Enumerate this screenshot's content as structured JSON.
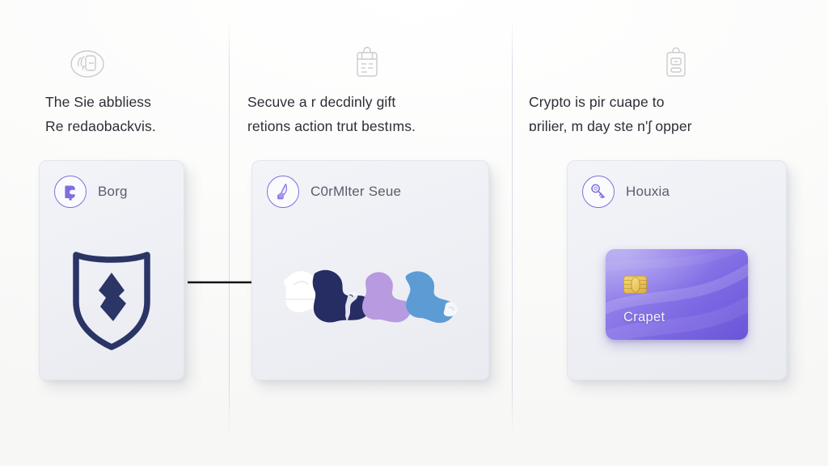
{
  "page": {
    "background_color": "#fbfbfa",
    "title_accent_color": "#7b6fe0"
  },
  "columns": [
    {
      "top_icon_name": "badge-circle-icon",
      "caption_lines": [
        "The Sie abbliess",
        "Re redaobackvis."
      ],
      "panel": {
        "brand_icon_name": "wallet-circle-icon",
        "brand_name": "Borg",
        "art_name": "security-shield-art"
      }
    },
    {
      "top_icon_name": "clipboard-calendar-icon",
      "caption_lines": [
        "Secuve a r decdinly gift",
        "retions action trut bestıms."
      ],
      "panel": {
        "brand_icon_name": "leaf-circle-icon",
        "brand_name": "C0rMlter Seue",
        "art_name": "blob-cluster-art"
      }
    },
    {
      "top_icon_name": "clipboard-note-icon",
      "caption_lines": [
        "Crypto is pir cuape to",
        "ɒrilier, m day ste nʹʃ opper"
      ],
      "panel": {
        "brand_icon_name": "key-circle-icon",
        "brand_name": "Houxia",
        "art_name": "credit-card-art",
        "credit_card": {
          "label": "Crapet",
          "chip_color": "#e9c45c",
          "card_color_start": "#a393ee",
          "card_color_end": "#6a55d8"
        }
      }
    }
  ],
  "arrows": [
    {
      "name": "flow-arrow-1",
      "direction": "right",
      "color": "#111318"
    },
    {
      "name": "flow-arrow-2",
      "direction": "right",
      "color": "#111318"
    }
  ],
  "shield_art": {
    "outline_color": "#2a3566",
    "mark_color": "#2b3566"
  },
  "blob_cluster": {
    "colors": [
      "#ffffff",
      "#262d63",
      "#b79ae0",
      "#5d9bd5"
    ]
  }
}
